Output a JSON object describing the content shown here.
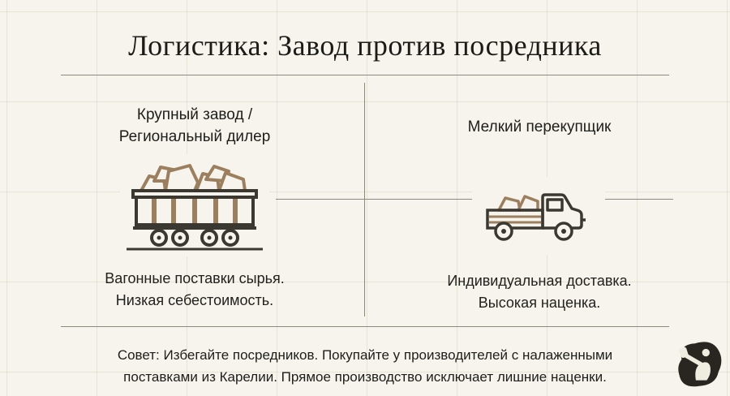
{
  "title": "Логистика: Завод против посредника",
  "left_column": {
    "heading_lines": [
      "Крупный завод /",
      "Региональный дилер"
    ],
    "icon": "freight-wagon-icon",
    "caption_lines": [
      "Вагонные поставки сырья.",
      "Низкая себестоимость."
    ]
  },
  "right_column": {
    "heading_lines": [
      "Мелкий перекупщик"
    ],
    "icon": "pickup-truck-icon",
    "caption_lines": [
      "Индивидуальная доставка.",
      "Высокая наценка."
    ]
  },
  "footer": {
    "tip_lines": [
      "Совет: Избегайте посредников. Покупайте у производителей с налаженными",
      "поставками из Карелии. Прямое производство исключает лишние наценки."
    ],
    "logo": "stone-miner-logo"
  },
  "colors": {
    "background": "#f6f4ec",
    "grid_line": "#e6e3d5",
    "text": "#1e1d1a",
    "divider": "#8d897c",
    "icon_outline": "#3a3831",
    "icon_accent": "#9b7f5e",
    "logo": "#292520"
  }
}
